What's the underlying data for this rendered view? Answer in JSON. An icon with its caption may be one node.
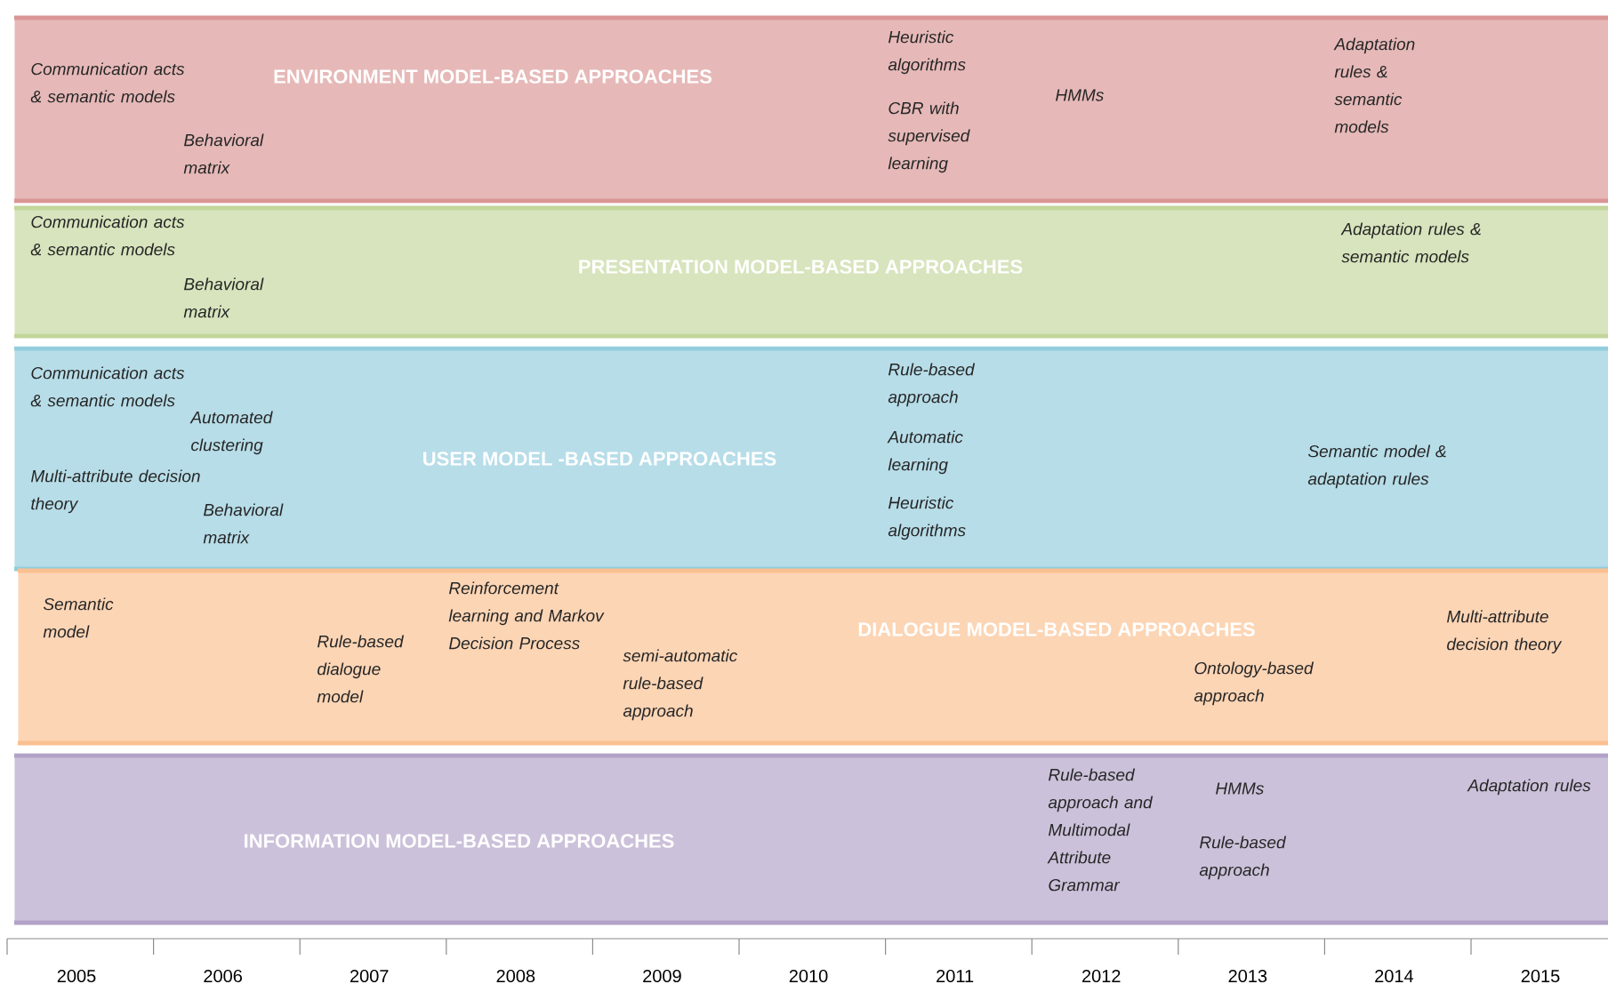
{
  "diagram": {
    "nodes": [
      {
        "text": [
          "ENVIRONMENT MODEL-BASED APPROACHES",
          "Communication acts & semantic models",
          "Behavioral matrix",
          "Heuristic algorithms",
          "CBR with supervised learning",
          "HMMs",
          "Adaptation rules & semantic models"
        ]
      },
      {
        "text": [
          "PRESENTATION MODEL-BASED  APPROACHES",
          "Communication acts & semantic models",
          "Behavioral matrix",
          "Adaptation rules & semantic models"
        ]
      },
      {
        "text": [
          "USER MODEL -BASED APPROACHES",
          "Communication acts & semantic models",
          "Multi-attribute decision theory",
          "Automated clustering",
          "Behavioral matrix",
          "Rule-based approach",
          "Automatic learning",
          "Heuristic algorithms",
          "Semantic model & adaptation rules"
        ]
      },
      {
        "text": [
          "DIALOGUE MODEL-BASED APPROACHES",
          "Semantic model",
          "Rule-based dialogue model",
          "Reinforcement learning and Markov Decision Process",
          "semi-automatic rule-based approach",
          "Ontology-based approach",
          "Multi-attribute decision theory"
        ]
      },
      {
        "text": [
          "INFORMATION MODEL-BASED APPROACHES",
          "Rule-based approach and Multimodal Attribute Grammar",
          "HMMs",
          "Rule-based approach",
          "Adaptation rules"
        ]
      }
    ],
    "labels": [
      "2005",
      "2006",
      "2007",
      "2008",
      "2009",
      "2010",
      "2011",
      "2012",
      "2013",
      "2014",
      "2015"
    ]
  }
}
